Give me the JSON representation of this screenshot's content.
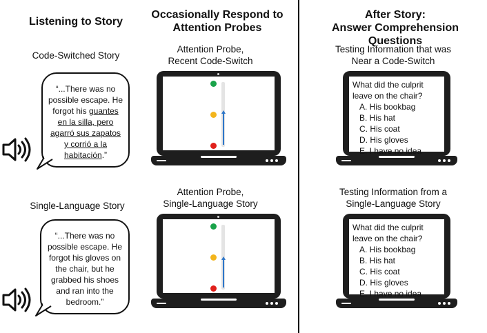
{
  "headers": {
    "col1": "Listening to Story",
    "col2": [
      "Occasionally Respond to",
      "Attention Probes"
    ],
    "col3": [
      "After Story:",
      "Answer Comprehension Questions"
    ]
  },
  "row1": {
    "story_label": "Code-Switched Story",
    "bubble_lines": [
      {
        "parts": [
          {
            "t": "“...There was no",
            "u": false
          }
        ]
      },
      {
        "parts": [
          {
            "t": "possible escape. He",
            "u": false
          }
        ]
      },
      {
        "parts": [
          {
            "t": "forgot his ",
            "u": false
          },
          {
            "t": "guantes",
            "u": true
          }
        ]
      },
      {
        "parts": [
          {
            "t": "en la silla, pero",
            "u": true
          }
        ]
      },
      {
        "parts": [
          {
            "t": "agarró sus zapatos",
            "u": true
          }
        ]
      },
      {
        "parts": [
          {
            "t": "y corrió a la",
            "u": true
          }
        ]
      },
      {
        "parts": [
          {
            "t": "habitación",
            "u": true
          },
          {
            "t": ".”",
            "u": false
          }
        ]
      }
    ],
    "probe_label": [
      "Attention Probe,",
      "Recent Code-Switch"
    ],
    "test_label": [
      "Testing Information that was",
      "Near a Code-Switch"
    ],
    "question": [
      "What did the culprit",
      "leave on the chair?"
    ],
    "options": [
      "A. His bookbag",
      "B. His hat",
      "C. His coat",
      "D. His gloves",
      "E. I have no idea"
    ]
  },
  "row2": {
    "story_label": "Single-Language Story",
    "bubble_lines": [
      {
        "parts": [
          {
            "t": "“...There was no",
            "u": false
          }
        ]
      },
      {
        "parts": [
          {
            "t": "possible escape. He",
            "u": false
          }
        ]
      },
      {
        "parts": [
          {
            "t": "forgot his gloves on",
            "u": false
          }
        ]
      },
      {
        "parts": [
          {
            "t": "the chair, but he",
            "u": false
          }
        ]
      },
      {
        "parts": [
          {
            "t": "grabbed his shoes",
            "u": false
          }
        ]
      },
      {
        "parts": [
          {
            "t": "and ran into the",
            "u": false
          }
        ]
      },
      {
        "parts": [
          {
            "t": "bedroom.”",
            "u": false
          }
        ]
      }
    ],
    "probe_label": [
      "Attention Probe,",
      "Single-Language Story"
    ],
    "test_label": [
      "Testing Information from a",
      "Single-Language Story"
    ],
    "question": [
      "What did the culprit",
      "leave on the chair?"
    ],
    "options": [
      "A. His bookbag",
      "B. His hat",
      "C. His coat",
      "D. His gloves",
      "E. I have no idea"
    ]
  },
  "probe_colors": {
    "top": "#1aa34a",
    "middle": "#f3b51c",
    "bottom": "#e0201b",
    "indicator": "#2e77c9"
  },
  "icons": {
    "speaker": "speaker-sound-icon",
    "laptop": "laptop-icon"
  }
}
